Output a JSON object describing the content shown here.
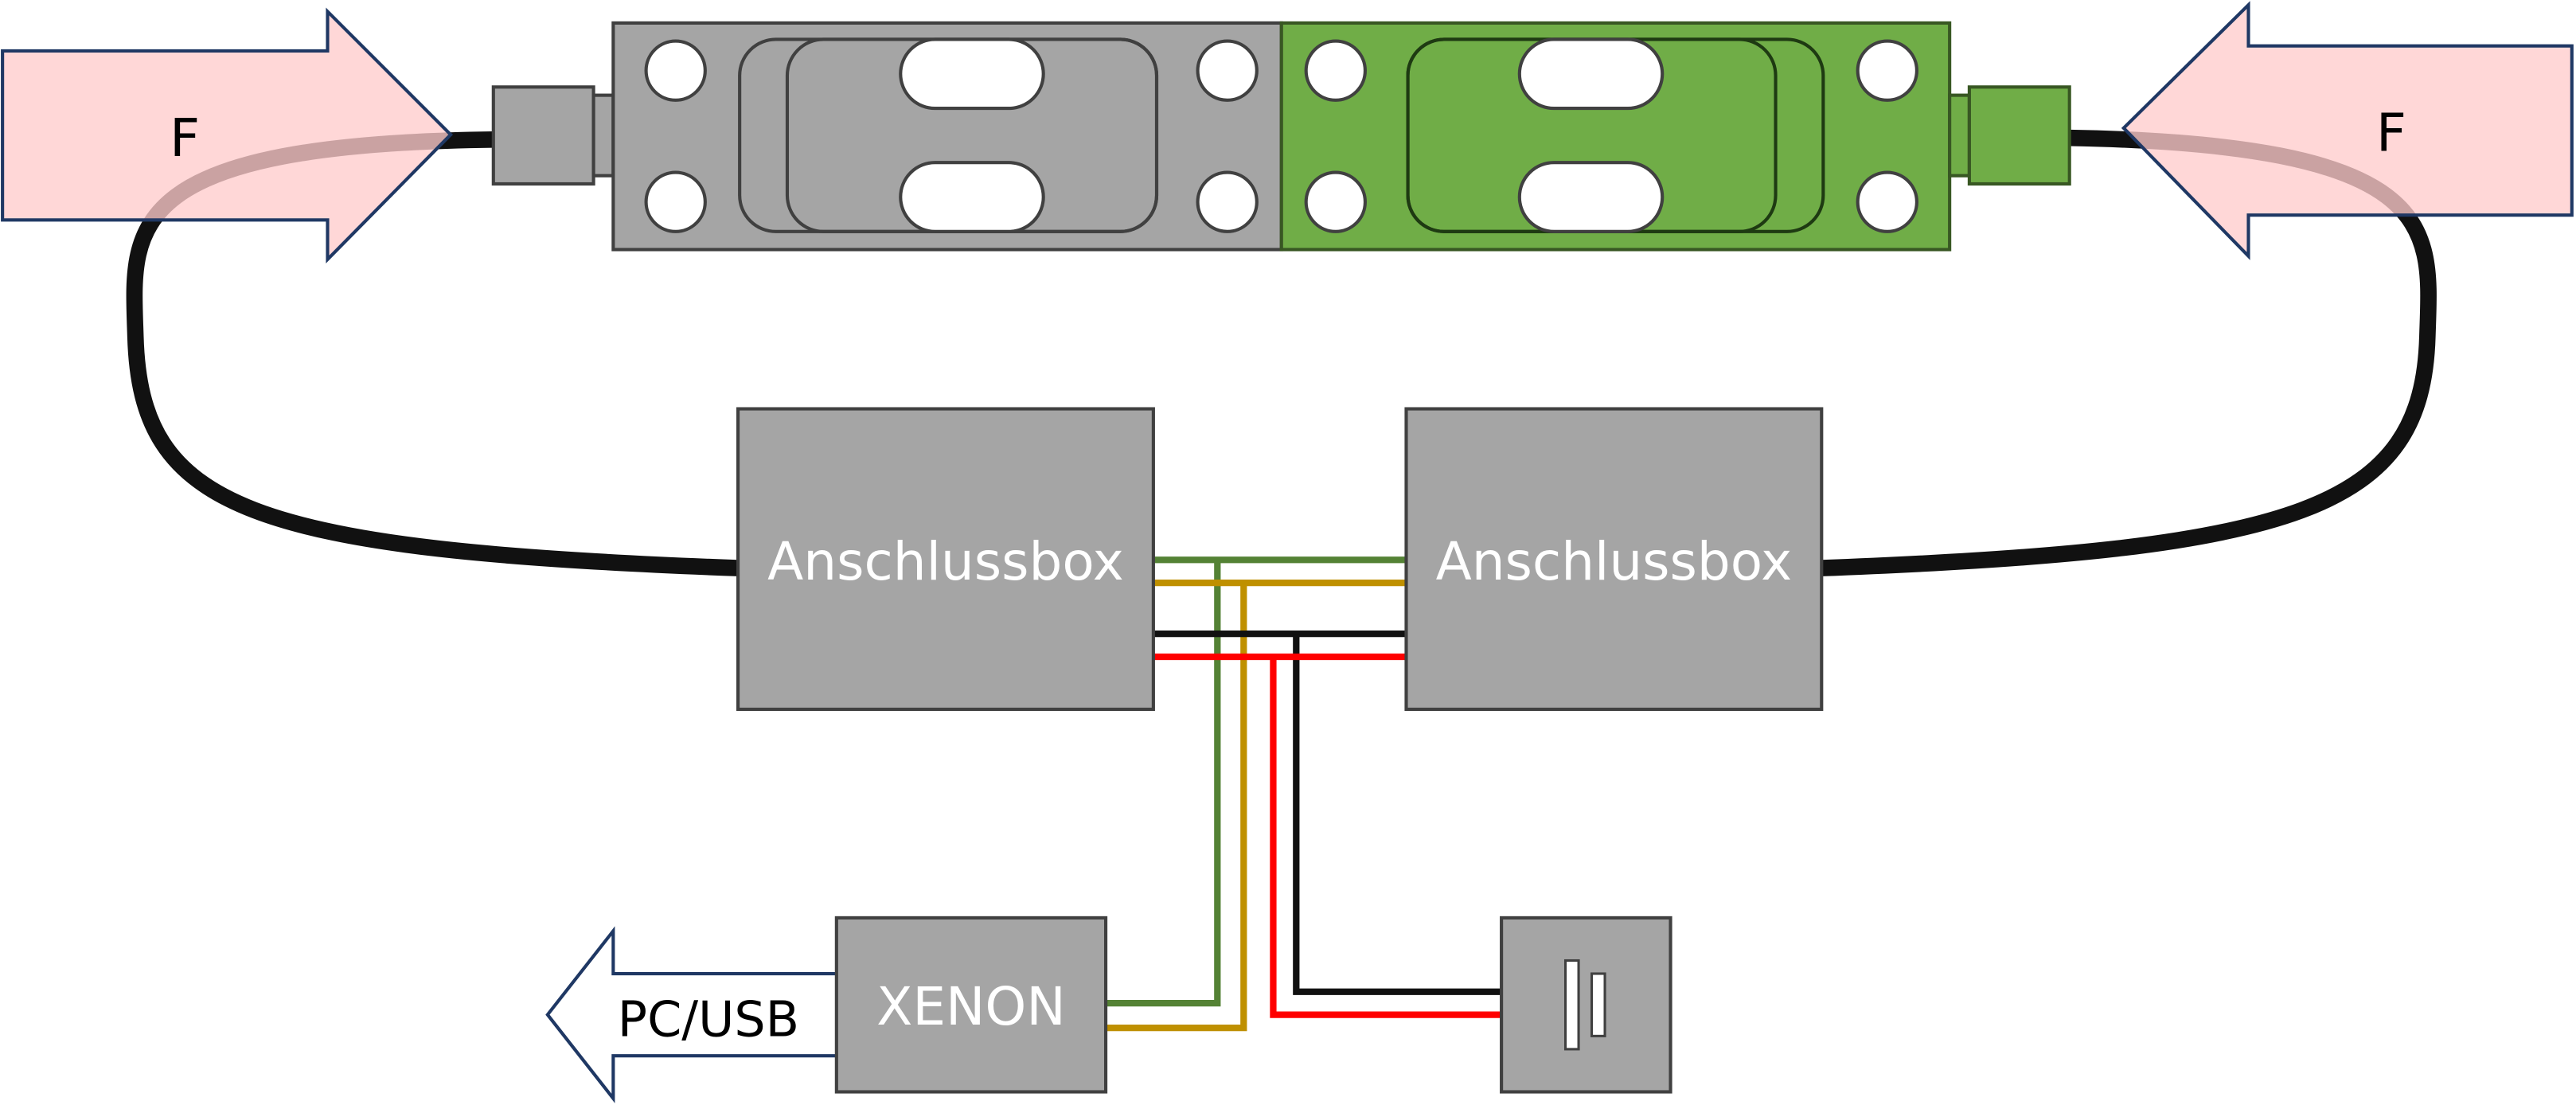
{
  "force_label_left": "F",
  "force_label_right": "F",
  "junction_box_left": "Anschlussbox",
  "junction_box_right": "Anschlussbox",
  "amplifier_label": "XENON",
  "output_arrow_label": "PC/USB",
  "colors": {
    "loadcell_left": "#a5a5a5",
    "loadcell_right": "#70ad47",
    "force_arrow_fill": "#ffcccc",
    "force_arrow_stroke": "#1f3864",
    "box_fill": "#a5a5a5",
    "wire_green": "#548235",
    "wire_yellow": "#bf9000",
    "wire_black": "#111111",
    "wire_red": "#ff0000"
  }
}
